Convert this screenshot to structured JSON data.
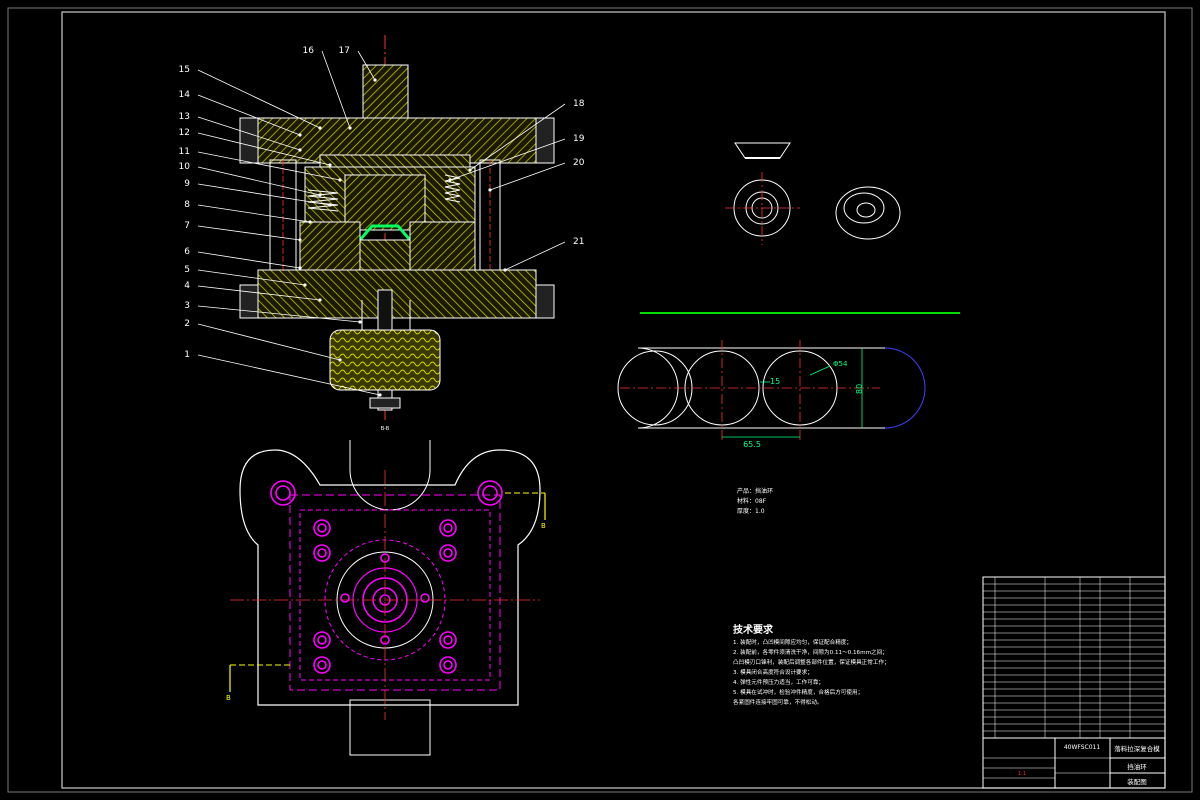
{
  "assembly_view": {
    "part_numbers": [
      "1",
      "2",
      "3",
      "4",
      "5",
      "6",
      "7",
      "8",
      "9",
      "10",
      "11",
      "12",
      "13",
      "14",
      "15",
      "16",
      "17",
      "18",
      "19",
      "20",
      "21"
    ],
    "section_label": "B-B"
  },
  "section_marks": {
    "top": "B",
    "bottom": "B"
  },
  "strip_layout": {
    "pitch_dim": "65.5",
    "width_dim": "80",
    "diameter_dim": "Φ54",
    "edge_dim": "15"
  },
  "product_info": {
    "lines": [
      "产品：挡油环",
      "材料：08F",
      "厚度：1.0"
    ]
  },
  "technical_requirements": {
    "title": "技术要求",
    "lines": [
      "1. 装配时，凸凹模间隙应均匀，保证配合精度；",
      "2. 装配前，各零件须清洗干净，间隙为0.11～0.16mm之间；",
      "   凸凹模刃口锋利，装配后调整各部件位置，保证模具正常工作；",
      "3. 模具闭合高度符合设计要求；",
      "4. 弹性元件预压力适当，工作可靠；",
      "5. 模具在试冲时，检验冲件精度，合格后方可使用；",
      "   各紧固件连接牢固可靠，不得松动。"
    ]
  },
  "title_block": {
    "drawing_number": "40WFSC011",
    "name": "落料拉深复合模",
    "part_name": "挡油环",
    "drawing_type": "装配图",
    "scale": "1:1"
  },
  "colors": {
    "background": "#000000",
    "lines": "#ffffff",
    "centerline": "#ff3030",
    "hidden": "#ff00ff",
    "strip_line": "#00dd00",
    "dimension": "#00ff80",
    "hatch": "#d4d400"
  }
}
